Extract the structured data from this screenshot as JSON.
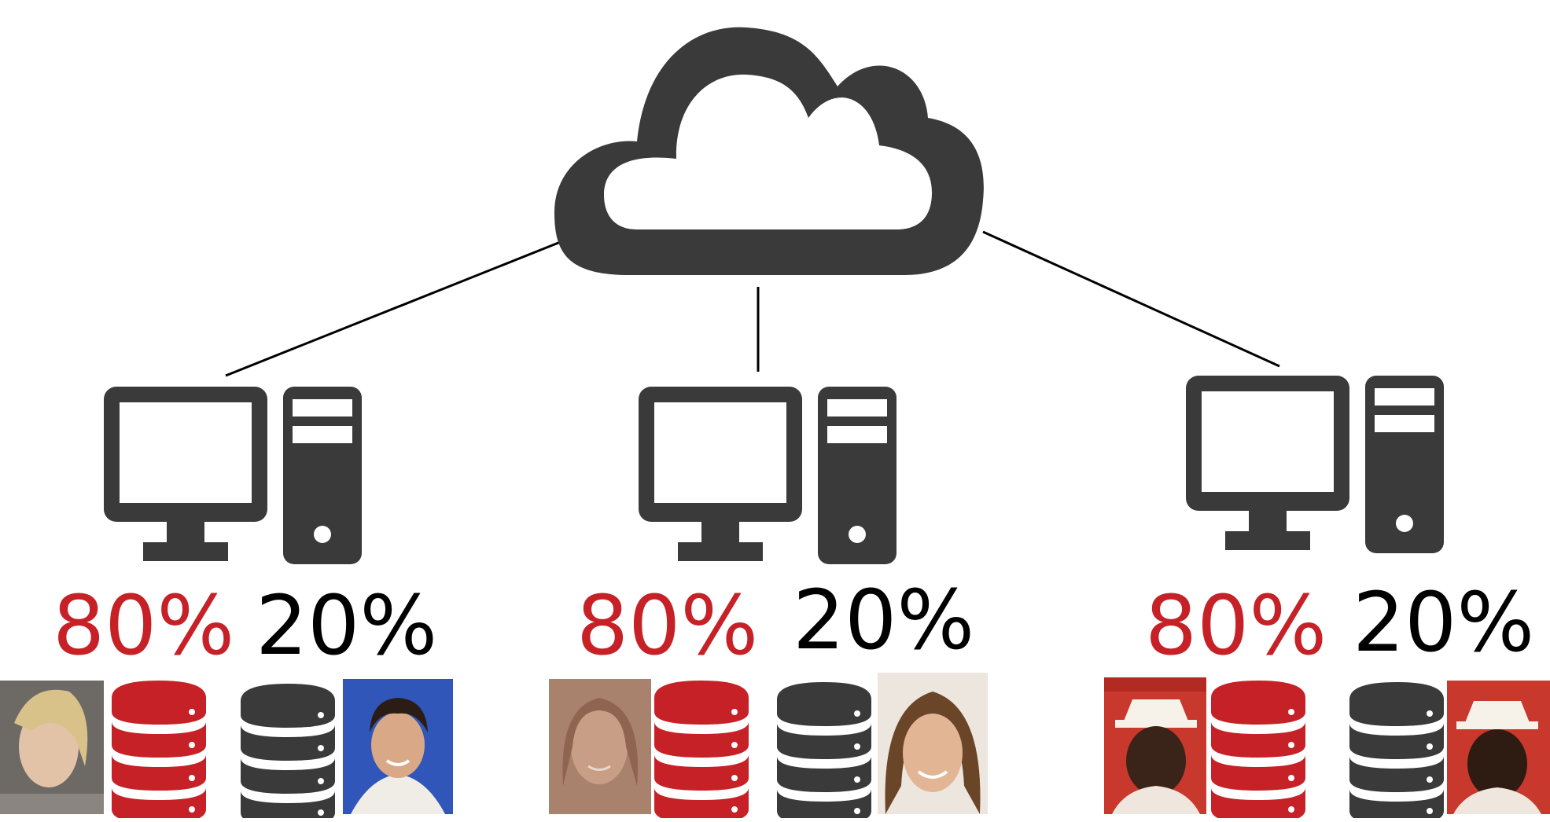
{
  "colors": {
    "icon_dark": "#3a3a3a",
    "accent_red": "#c62127",
    "text_black": "#000000",
    "line": "#000000",
    "photo_blue": "#2f56b8",
    "photo_tan": "#a9826d",
    "photo_red": "#c8382c"
  },
  "cloud": {
    "icon": "cloud-icon"
  },
  "nodes": [
    {
      "computer_icon": "desktop-computer-icon",
      "left_percent": "80%",
      "right_percent": "20%",
      "left_fraction": 0.8,
      "right_fraction": 0.2,
      "left_db_icon": "database-icon-red",
      "right_db_icon": "database-icon-dark",
      "left_photo": "face-photo",
      "right_photo": "face-photo"
    },
    {
      "computer_icon": "desktop-computer-icon",
      "left_percent": "80%",
      "right_percent": "20%",
      "left_fraction": 0.8,
      "right_fraction": 0.2,
      "left_db_icon": "database-icon-red",
      "right_db_icon": "database-icon-dark",
      "left_photo": "face-photo",
      "right_photo": "face-photo"
    },
    {
      "computer_icon": "desktop-computer-icon",
      "left_percent": "80%",
      "right_percent": "20%",
      "left_fraction": 0.8,
      "right_fraction": 0.2,
      "left_db_icon": "database-icon-red",
      "right_db_icon": "database-icon-dark",
      "left_photo": "face-photo",
      "right_photo": "face-photo"
    }
  ]
}
